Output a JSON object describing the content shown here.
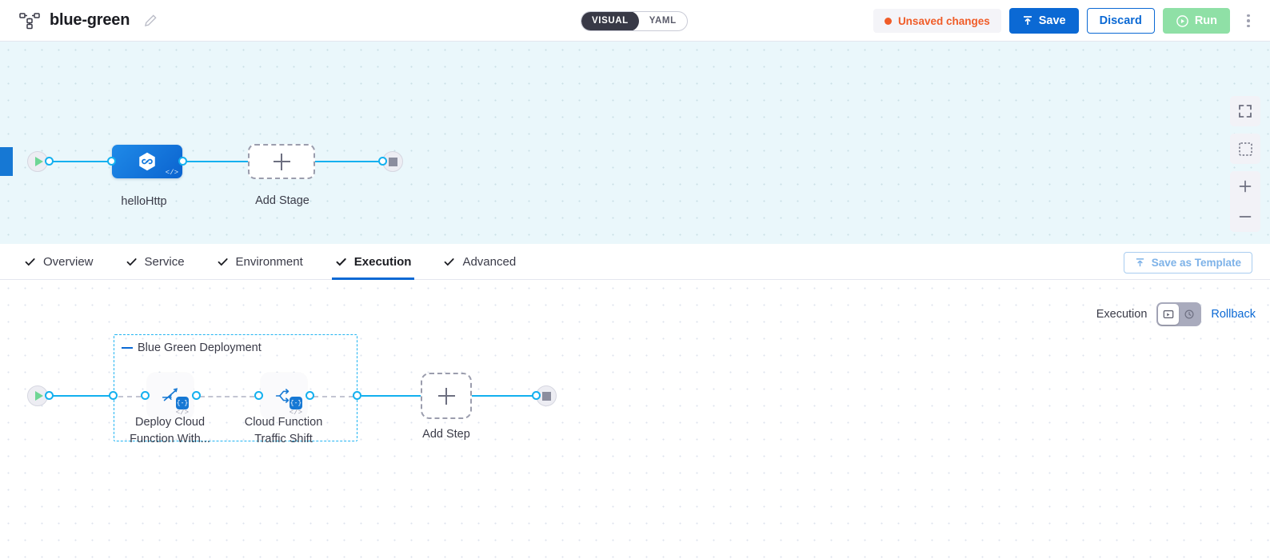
{
  "header": {
    "pipeline_icon": "pipeline-nodes-icon",
    "title": "blue-green",
    "edit_icon": "pencil-icon",
    "view_toggle": {
      "options": [
        "VISUAL",
        "YAML"
      ],
      "selected": "VISUAL"
    },
    "unsaved_label": "Unsaved changes",
    "save_label": "Save",
    "discard_label": "Discard",
    "run_label": "Run",
    "kebab_icon": "more-vertical-icon",
    "colors": {
      "accent": "#0b69d4",
      "warning": "#f05c28",
      "run": "#8fe0a6"
    }
  },
  "canvas_top": {
    "start_node": "start-icon",
    "end_node": "stop-icon",
    "stage": {
      "label": "helloHttp",
      "icon": "infinity-hexagon-icon",
      "code_tag": "</>"
    },
    "add_stage": {
      "label": "Add Stage",
      "icon": "plus-icon"
    },
    "zoom_controls": [
      {
        "name": "fullscreen-icon",
        "glyph": "expand"
      },
      {
        "name": "fit-to-screen-icon",
        "glyph": "fit"
      },
      {
        "name": "zoom-in-icon",
        "glyph": "plus"
      },
      {
        "name": "zoom-out-icon",
        "glyph": "minus"
      }
    ]
  },
  "tabbar": {
    "tabs": [
      {
        "label": "Overview",
        "active": false
      },
      {
        "label": "Service",
        "active": false
      },
      {
        "label": "Environment",
        "active": false
      },
      {
        "label": "Execution",
        "active": true
      },
      {
        "label": "Advanced",
        "active": false
      }
    ],
    "save_template_label": "Save as Template"
  },
  "canvas_bottom": {
    "execution_label": "Execution",
    "rollback_label": "Rollback",
    "mode_toggle": {
      "options": [
        {
          "name": "execution-mode-icon",
          "selected": true
        },
        {
          "name": "rollback-mode-icon",
          "selected": false
        }
      ]
    },
    "group": {
      "title": "Blue Green Deployment"
    },
    "steps": [
      {
        "label": "Deploy Cloud Function With...",
        "icon": "deploy-function-icon",
        "badge": "{-}",
        "code_tag": "</>"
      },
      {
        "label": "Cloud Function Traffic Shift",
        "icon": "traffic-shift-icon",
        "badge": "{-}",
        "code_tag": "</>"
      }
    ],
    "add_step": {
      "label": "Add Step",
      "icon": "plus-icon"
    },
    "start_node": "start-icon",
    "end_node": "stop-icon"
  }
}
